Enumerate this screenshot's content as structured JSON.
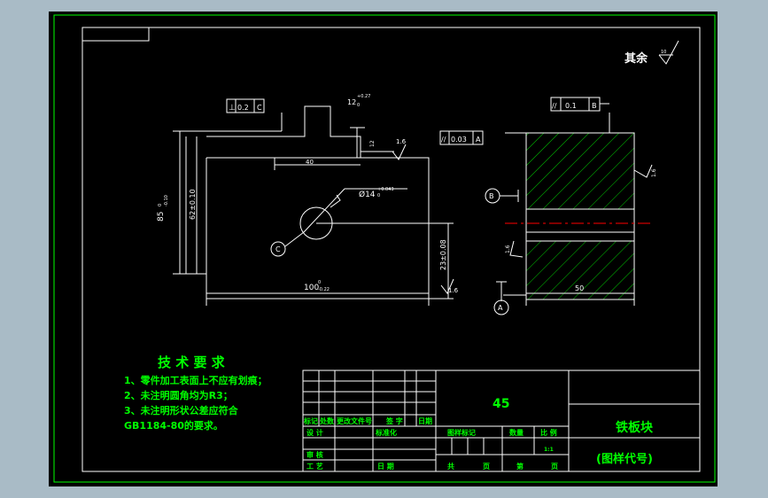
{
  "colors": {
    "background_outer": "#a9bbc6",
    "sheet": "#000000",
    "frame_line": "#00ff00",
    "drawing_line": "#ffffff",
    "hatch": "#00cc00",
    "title_text": "#00ff00",
    "center_line": "#ff0000"
  },
  "surface_finish": {
    "label": "其余",
    "value": "10"
  },
  "main_view": {
    "tolerance_frame": {
      "symbol": "⊥",
      "value": "0.2",
      "datum": "C"
    },
    "slot_dim": {
      "nominal": "12",
      "upper": "+0.27",
      "lower": "0"
    },
    "slot_depth": "12",
    "slot_pos": "40",
    "roughness": "1.6",
    "hole_dim": {
      "nominal": "Ø14",
      "upper": "+0.043",
      "lower": "0"
    },
    "datum_label": "C",
    "height_total": {
      "nominal": "85",
      "upper": "0",
      "lower": "-0.10"
    },
    "height_inner": "62±0.10",
    "hole_height": "23±0.08",
    "width_total": {
      "nominal": "100",
      "upper": "0",
      "lower": "-0.22"
    },
    "roughness_bottom": "1.6"
  },
  "side_view": {
    "tolerance_frame_top": {
      "symbol": "//",
      "value": "0.1",
      "datum": "B"
    },
    "tolerance_frame_left": {
      "symbol": "//",
      "value": "0.03",
      "datum": "A"
    },
    "roughness_right": "1.6",
    "roughness_left": "1.6",
    "datum_b": "B",
    "datum_a": "A",
    "width": "50"
  },
  "tech_requirements": {
    "title": "技 术 要 求",
    "lines": [
      "1、零件加工表面上不应有划痕；",
      "2、未注明圆角均为R3；",
      "3、未注明形状公差应符合",
      "GB1184-80的要求。"
    ]
  },
  "title_block": {
    "material": "45",
    "part_name": "铁板块",
    "drawing_code": "(图样代号)",
    "headers": [
      "标记",
      "处数",
      "更改文件号",
      "签 字",
      "日期"
    ],
    "design": "设 计",
    "standard": "标准化",
    "review": "审 核",
    "process": "工 艺",
    "date": "日 期",
    "stage_mark": "图样标记",
    "weight": "数量",
    "scale_label": "比 例",
    "scale": "1:1",
    "total": "共",
    "sheet_of": "页",
    "sheet": "第",
    "sheet_page": "页"
  }
}
